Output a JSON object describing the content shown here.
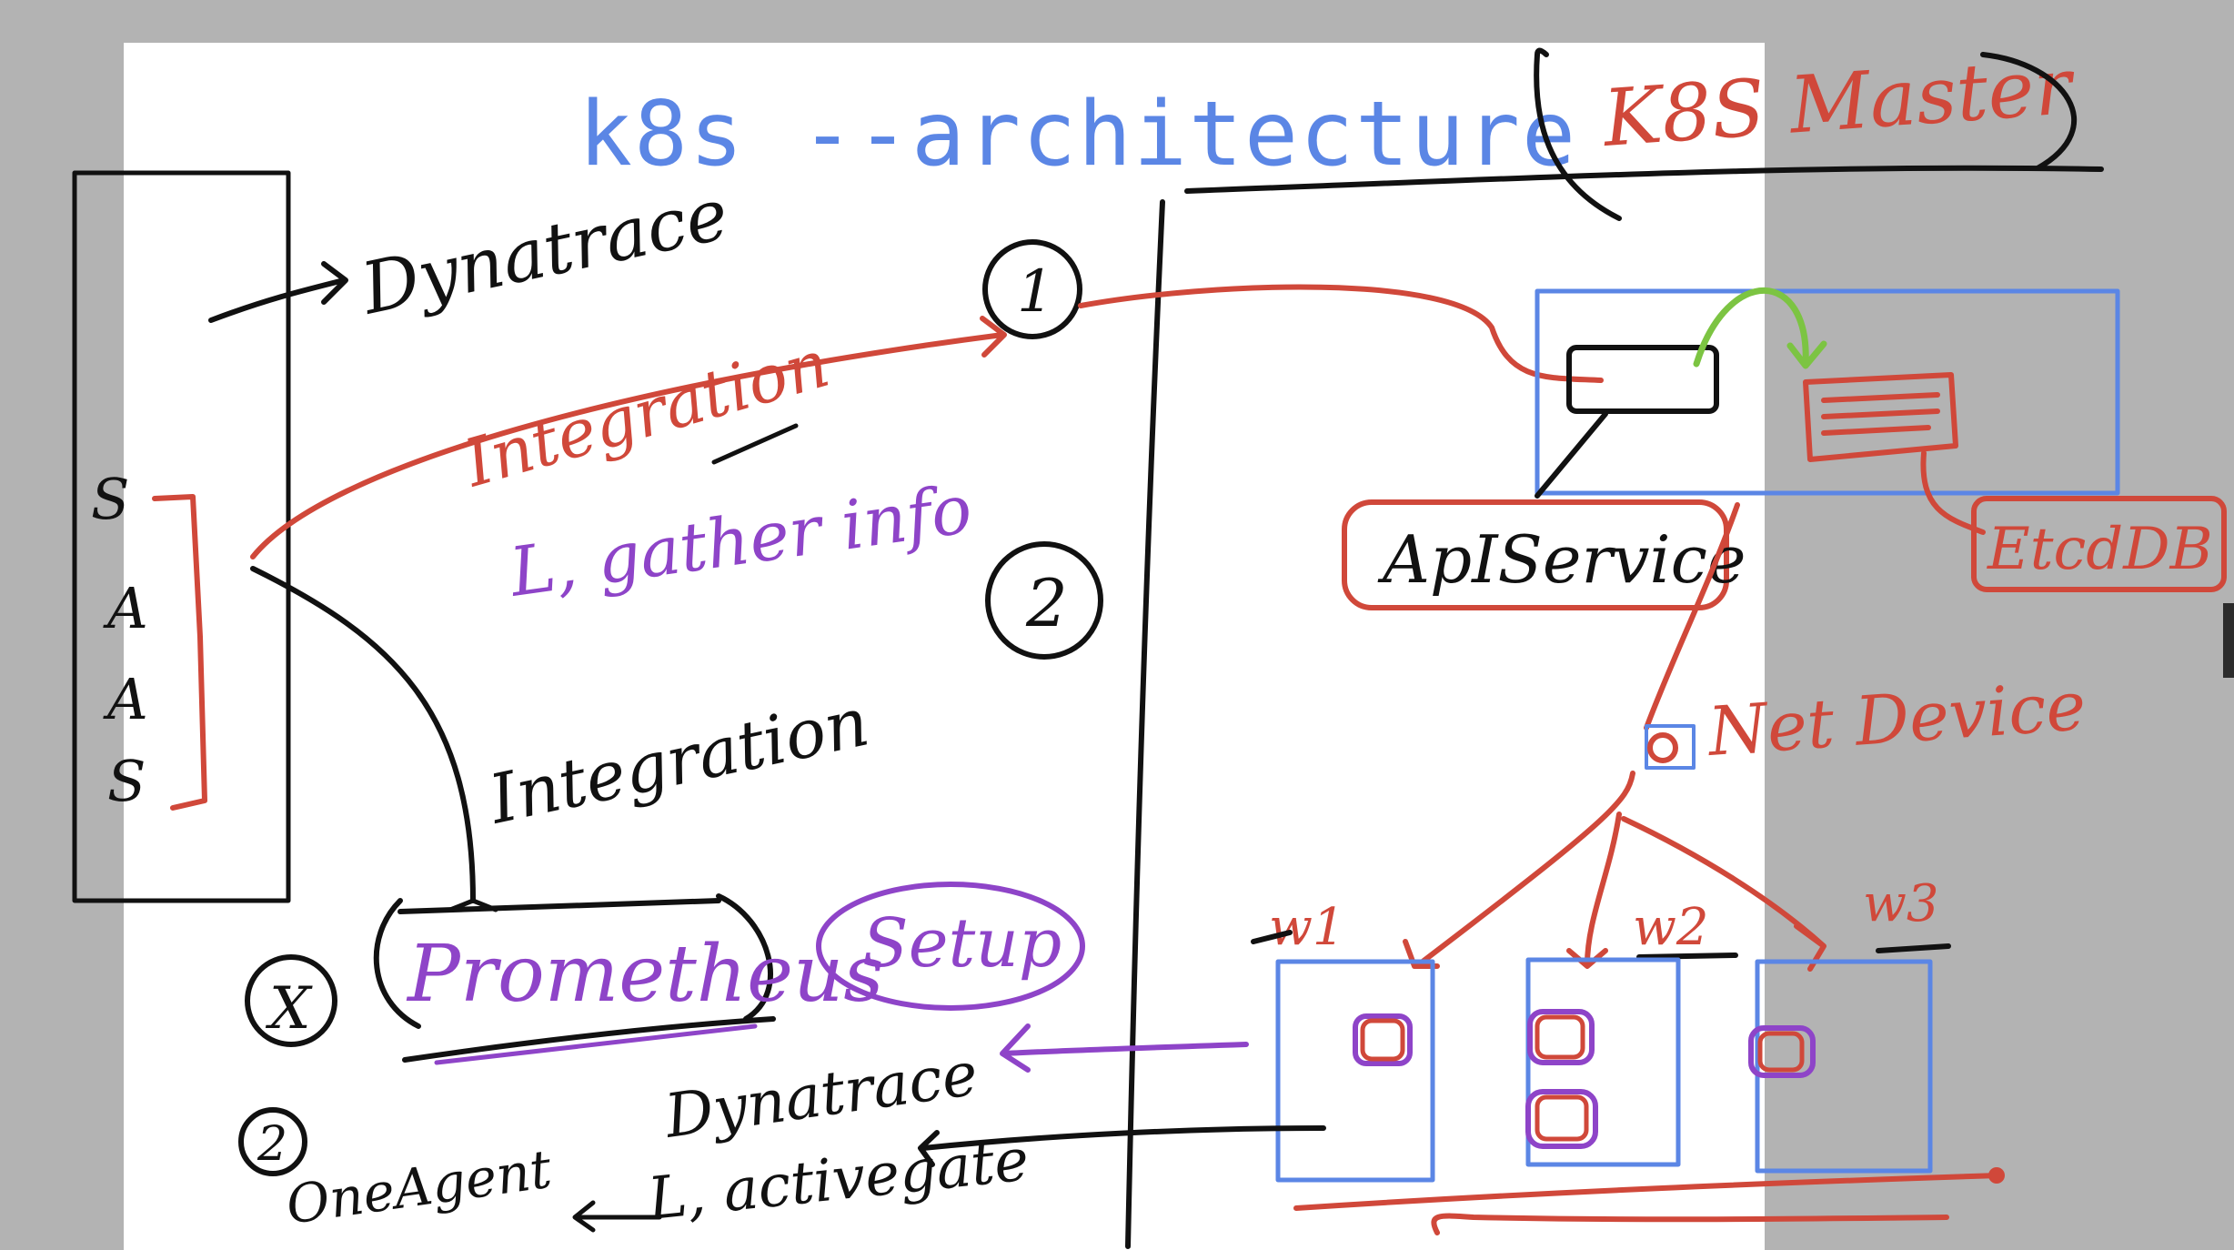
{
  "title": "k8s --architecture",
  "labels": {
    "k8s_master": "K8S Master",
    "dynatrace_top": "Dynatrace",
    "integration_red": "Integration",
    "gather_info": "L, gather info",
    "integration_black": "Integration",
    "step1": "1",
    "step2": "2",
    "apiservice": "ApIService",
    "etcddb": "EtcdDB",
    "net_device": "Net Device",
    "w1": "w1",
    "w2": "w2",
    "w3": "w3",
    "prometheus": "Prometheus",
    "setup": "Setup",
    "step_x": "X",
    "step_2b": "2",
    "oneagent": "OneAgent",
    "dynatrace_bottom": "Dynatrace",
    "activegate": "L, activegate",
    "side_letters": [
      "S",
      "A",
      "A",
      "S"
    ]
  },
  "colors": {
    "ink_black": "#111111",
    "ink_red": "#d0483a",
    "ink_purple": "#8e44c8",
    "ink_blue": "#5b86e5",
    "ink_green": "#7cc442"
  }
}
